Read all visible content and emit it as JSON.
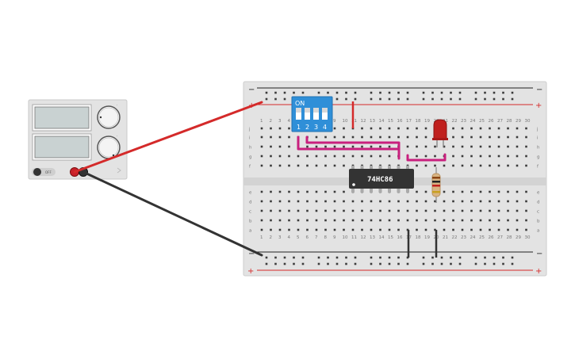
{
  "breadboard": {
    "rail_plus": "+",
    "rail_minus": "−",
    "row_letters_top": [
      "j",
      "i",
      "h",
      "g",
      "f"
    ],
    "row_letters_bottom": [
      "e",
      "d",
      "c",
      "b",
      "a"
    ],
    "column_numbers": [
      "1",
      "2",
      "3",
      "4",
      "5",
      "6",
      "7",
      "8",
      "9",
      "10",
      "11",
      "12",
      "13",
      "14",
      "15",
      "16",
      "17",
      "18",
      "19",
      "20",
      "21",
      "22",
      "23",
      "24",
      "25",
      "26",
      "27",
      "28",
      "29",
      "30"
    ]
  },
  "chip": {
    "label": "74HC86"
  },
  "dip_switch": {
    "on_label": "ON",
    "numbers": [
      "1",
      "2",
      "3",
      "4"
    ]
  },
  "power_supply": {
    "off_label": "OFF"
  },
  "colors": {
    "wire_red": "#d42a2a",
    "wire_black": "#333333",
    "wire_magenta": "#c8207e",
    "dip_blue": "#2f8fd8",
    "chip_body": "#333333",
    "led_red": "#c0201e",
    "breadboard": "#e4e4e4"
  }
}
